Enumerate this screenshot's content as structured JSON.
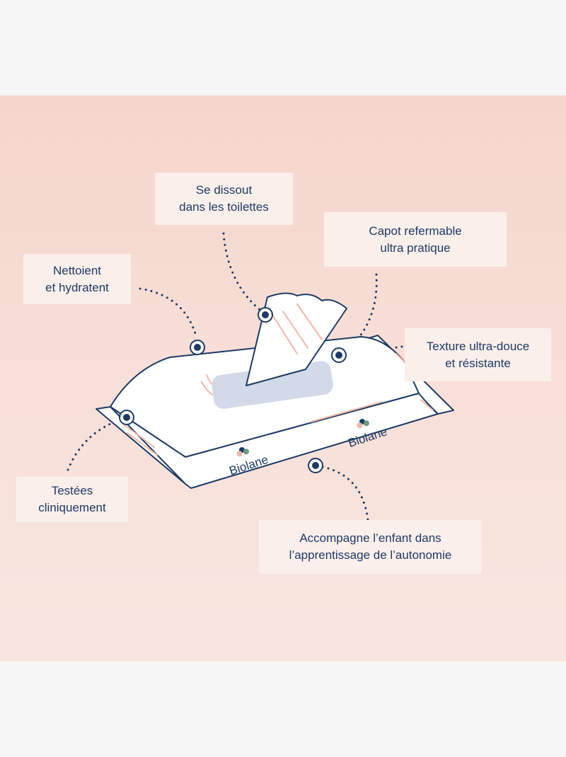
{
  "brand": "Biolane",
  "colors": {
    "background": "#f7f7f7",
    "panel": "#f6dbd3",
    "callout_bg": "#fbefeb",
    "text": "#1d3a63",
    "outline": "#1d3a63",
    "accent_pink": "#f0b8a8",
    "lid": "#d2d9e8"
  },
  "callouts": {
    "dissout": {
      "line1": "Se dissout",
      "line2": "dans les toilettes"
    },
    "capot": {
      "line1": "Capot refermable",
      "line2": "ultra pratique"
    },
    "nettoient": {
      "line1": "Nettoient",
      "line2": "et hydratent"
    },
    "texture": {
      "line1": "Texture ultra-douce",
      "line2": "et résistante"
    },
    "testees": {
      "line1": "Testées",
      "line2": "cliniquement"
    },
    "autonomie": {
      "line1": "Accompagne l’enfant dans",
      "line2": "l’apprentissage de l’autonomie"
    }
  }
}
